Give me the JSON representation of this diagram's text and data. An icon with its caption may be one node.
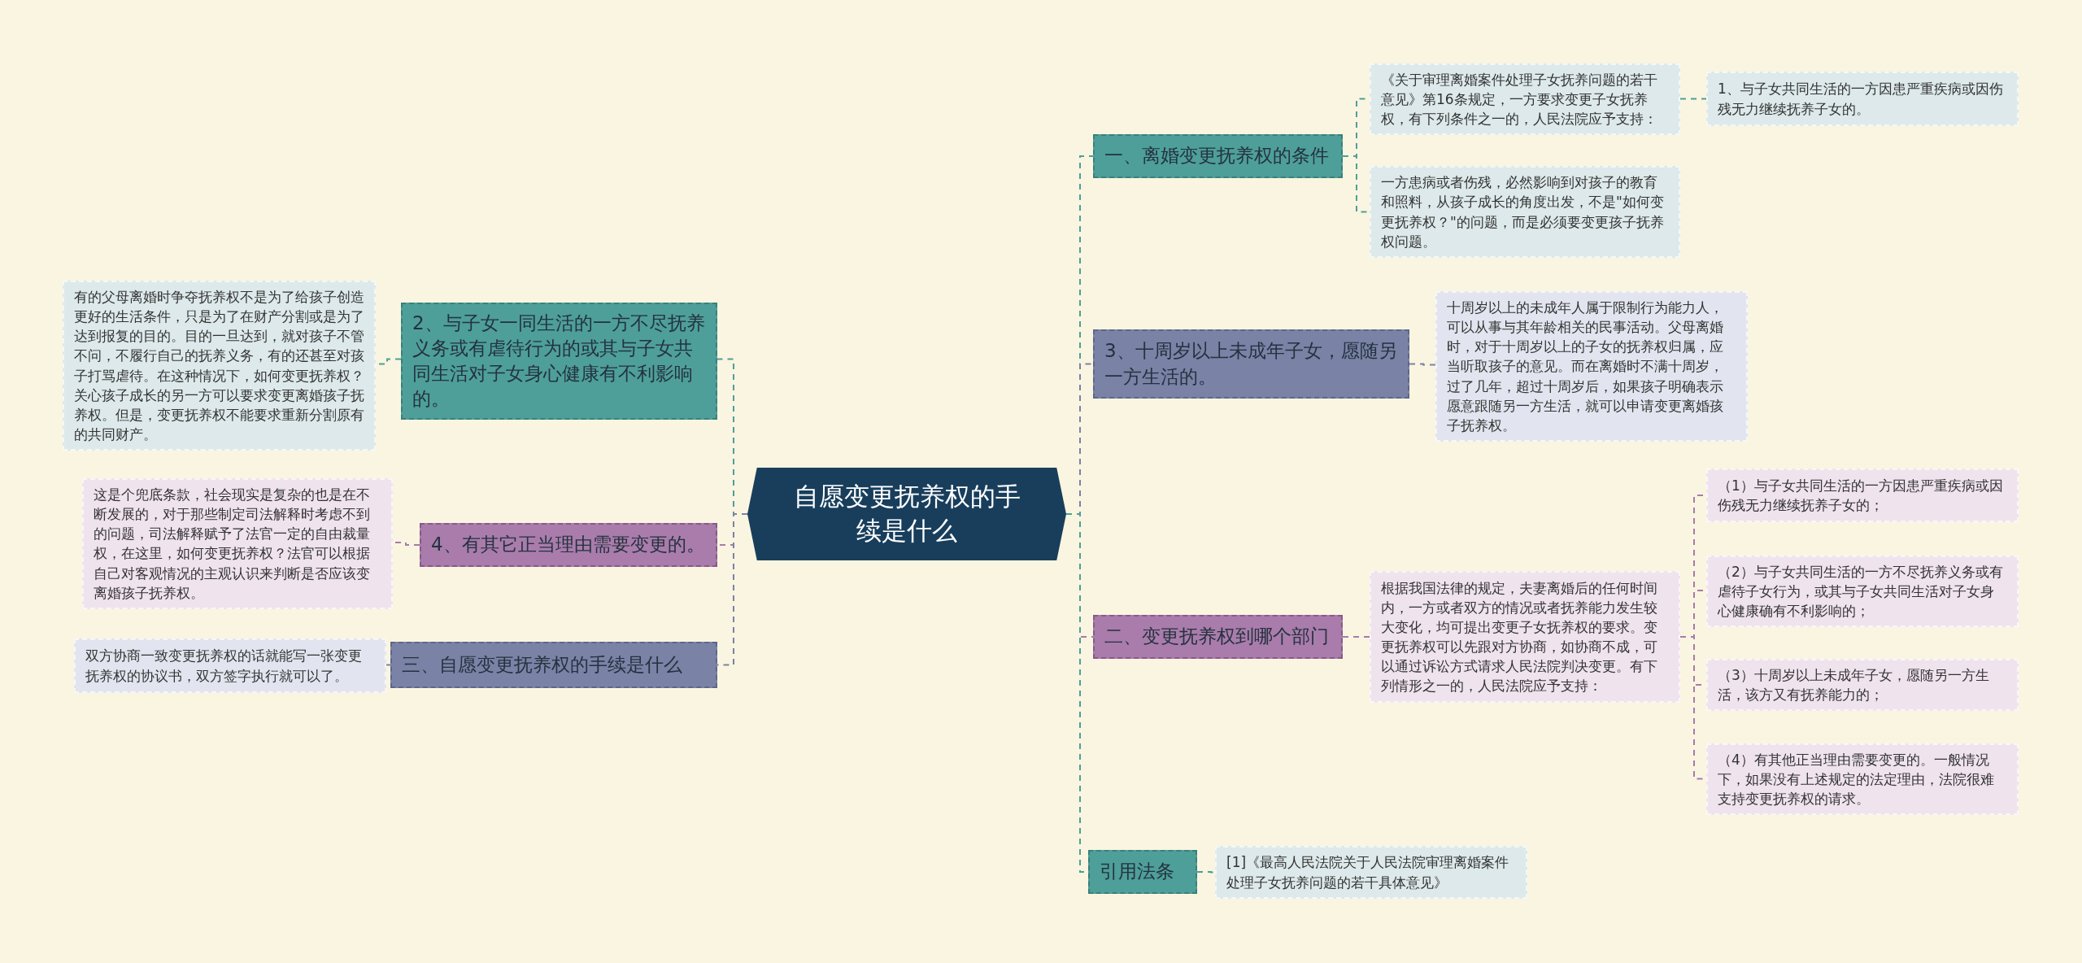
{
  "diagram": {
    "nodes": [
      {
        "text": [
          "自愿变更抚养权的手续是什么"
        ]
      },
      {
        "text": [
          "一、离婚变更抚养权的条件"
        ]
      },
      {
        "text": [
          "《关于审理离婚案件处理子女抚养问题的若干意见》第16条规定，一方要求变更子女抚养权，有下列条件之一的，人民法院应予支持："
        ]
      },
      {
        "text": [
          "1、与子女共同生活的一方因患严重疾病或因伤残无力继续抚养子女的。"
        ]
      },
      {
        "text": [
          "一方患病或者伤残，必然影响到对孩子的教育和照料，从孩子成长的角度出发，不是\"如何变更抚养权？\"的问题，而是必须要变更孩子抚养权问题。"
        ]
      },
      {
        "text": [
          "3、十周岁以上未成年子女，愿随另一方生活的。"
        ]
      },
      {
        "text": [
          "十周岁以上的未成年人属于限制行为能力人，可以从事与其年龄相关的民事活动。父母离婚时，对于十周岁以上的子女的抚养权归属，应当听取孩子的意见。而在离婚时不满十周岁，过了几年，超过十周岁后，如果孩子明确表示愿意跟随另一方生活，就可以申请变更离婚孩子抚养权。"
        ]
      },
      {
        "text": [
          "二、变更抚养权到哪个部门"
        ]
      },
      {
        "text": [
          "根据我国法律的规定，夫妻离婚后的任何时间内，一方或者双方的情况或者抚养能力发生较大变化，均可提出变更子女抚养权的要求。变更抚养权可以先跟对方协商，如协商不成，可以通过诉讼方式请求人民法院判决变更。有下列情形之一的，人民法院应予支持："
        ]
      },
      {
        "text": [
          "（1）与子女共同生活的一方因患严重疾病或因伤残无力继续抚养子女的；"
        ]
      },
      {
        "text": [
          "（2）与子女共同生活的一方不尽抚养义务或有虐待子女行为，或其与子女共同生活对子女身心健康确有不利影响的；"
        ]
      },
      {
        "text": [
          "（3）十周岁以上未成年子女，愿随另一方生活，该方又有抚养能力的；"
        ]
      },
      {
        "text": [
          "（4）有其他正当理由需要变更的。一般情况下，如果没有上述规定的法定理由，法院很难支持变更抚养权的请求。"
        ]
      },
      {
        "text": [
          "引用法条"
        ]
      },
      {
        "text": [
          "[1]《最高人民法院关于人民法院审理离婚案件处理子女抚养问题的若干具体意见》"
        ]
      },
      {
        "text": [
          "2、与子女一同生活的一方不尽抚养义务或有虐待行为的或其与子女共同生活对子女身心健康有不利影响的。"
        ]
      },
      {
        "text": [
          "有的父母离婚时争夺抚养权不是为了给孩子创造更好的生活条件，只是为了在财产分割或是为了达到报复的目的。目的一旦达到，就对孩子不管不问，不履行自己的抚养义务，有的还甚至对孩子打骂虐待。在这种情况下，如何变更抚养权？关心孩子成长的另一方可以要求变更离婚孩子抚养权。但是，变更抚养权不能要求重新分割原有的共同财产。"
        ]
      },
      {
        "text": [
          "4、有其它正当理由需要变更的。"
        ]
      },
      {
        "text": [
          "这是个兜底条款，社会现实是复杂的也是在不断发展的，对于那些制定司法解释时考虑不到的问题，司法解释赋予了法官一定的自由裁量权，在这里，如何变更抚养权？法官可以根据自己对客观情况的主观认识来判断是否应该变离婚孩子抚养权。"
        ]
      },
      {
        "text": [
          "三、自愿变更抚养权的手续是什么"
        ]
      },
      {
        "text": [
          "双方协商一致变更抚养权的话就能写一张变更抚养权的协议书，双方签字执行就可以了。"
        ]
      }
    ],
    "edges": [
      {
        "from": 0,
        "to": 1,
        "arrow": "none"
      },
      {
        "from": 1,
        "to": 2,
        "arrow": "none"
      },
      {
        "from": 2,
        "to": 3,
        "arrow": "none"
      },
      {
        "from": 1,
        "to": 4,
        "arrow": "none"
      },
      {
        "from": 0,
        "to": 5,
        "arrow": "none",
        "color": "#7a82a6"
      },
      {
        "from": 5,
        "to": 6,
        "arrow": "none",
        "color": "#7a82a6"
      },
      {
        "from": 0,
        "to": 7,
        "arrow": "none",
        "color": "#a77aaa"
      },
      {
        "from": 7,
        "to": 8,
        "arrow": "none",
        "color": "#a77aaa"
      },
      {
        "from": 8,
        "to": 9,
        "arrow": "none",
        "color": "#a77aaa"
      },
      {
        "from": 8,
        "to": 10,
        "arrow": "none",
        "color": "#a77aaa"
      },
      {
        "from": 8,
        "to": 11,
        "arrow": "none",
        "color": "#a77aaa"
      },
      {
        "from": 8,
        "to": 12,
        "arrow": "none",
        "color": "#a77aaa"
      },
      {
        "from": 0,
        "to": 13,
        "arrow": "none"
      },
      {
        "from": 13,
        "to": 14,
        "arrow": "none"
      },
      {
        "from": 0,
        "to": 15,
        "arrow": "none"
      },
      {
        "from": 15,
        "to": 16,
        "arrow": "none"
      },
      {
        "from": 0,
        "to": 17,
        "arrow": "none",
        "color": "#a77aaa"
      },
      {
        "from": 17,
        "to": 18,
        "arrow": "none",
        "color": "#a77aaa"
      },
      {
        "from": 0,
        "to": 19,
        "arrow": "none",
        "color": "#7a82a6"
      },
      {
        "from": 19,
        "to": 20,
        "arrow": "none",
        "color": "#7a82a6"
      }
    ]
  }
}
